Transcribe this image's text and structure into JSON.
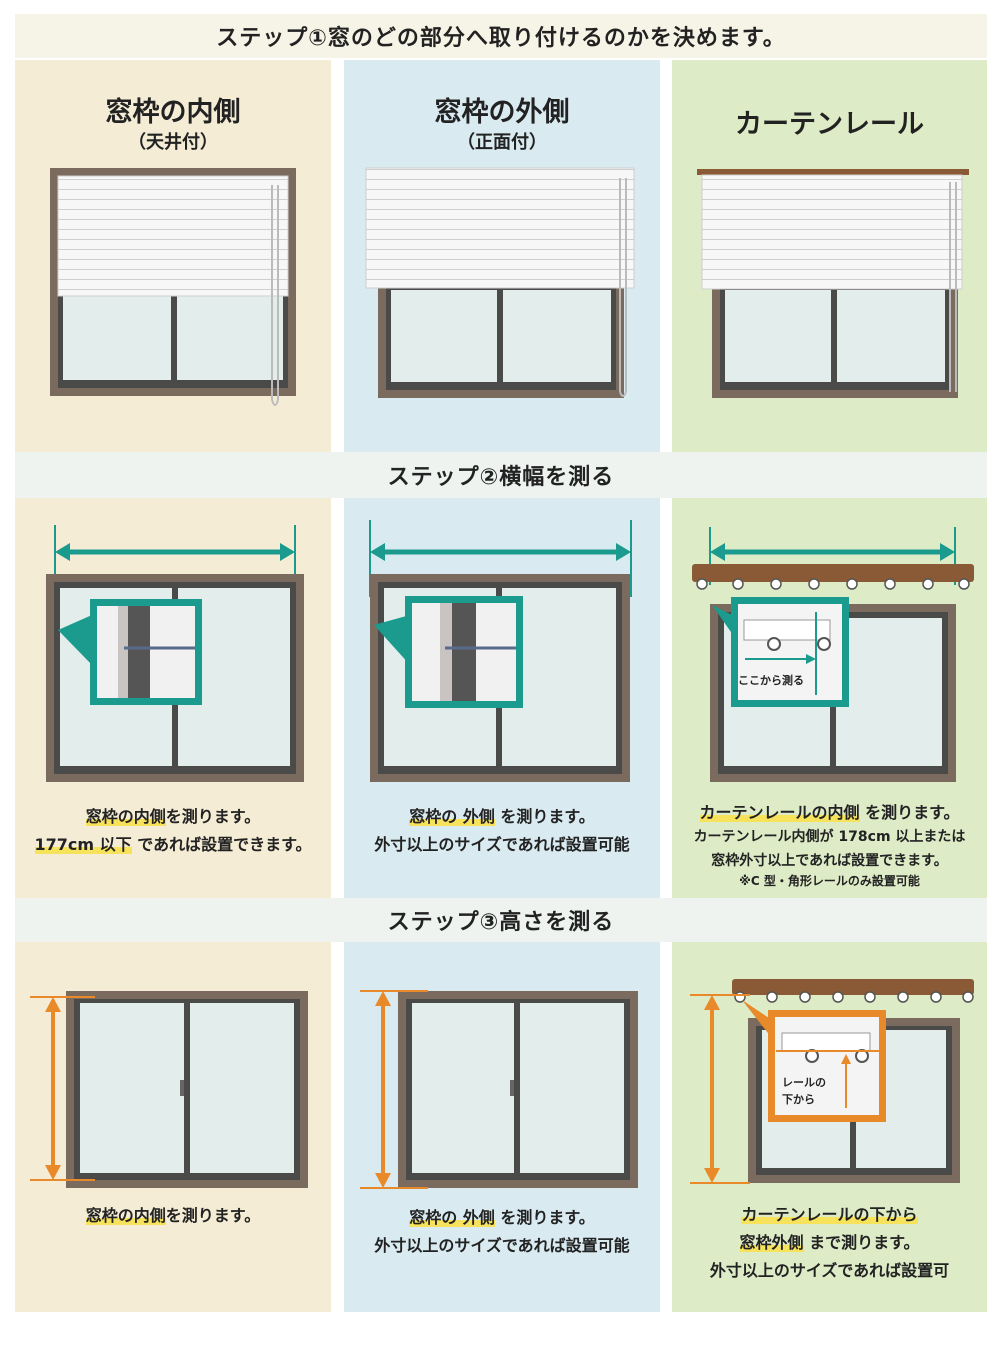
{
  "colors": {
    "beige": "#f4ecd4",
    "blue": "#d9eaf1",
    "green": "#ddebc6",
    "frame": "#7a6b5e",
    "teal": "#1a9b8e",
    "orange": "#e8892a",
    "rail": "#8a5a36",
    "highlight": "#f7e25b"
  },
  "step1": {
    "title": "ステップ①窓のどの部分へ取り付けるのかを決めます。",
    "inside": {
      "title": "窓枠の内側",
      "sub": "（天井付）"
    },
    "outside": {
      "title": "窓枠の外側",
      "sub": "（正面付）"
    },
    "rail": {
      "title": "カーテンレール"
    }
  },
  "step2": {
    "title": "ステップ②横幅を測る",
    "inside": {
      "l1a": "窓枠の内側",
      "l1b": "を測ります。",
      "l2a": "177cm 以下",
      "l2b": "であれば設置できます。"
    },
    "outside": {
      "l1a": "窓枠の 外側",
      "l1b": "を測ります。",
      "l2": "外寸以上のサイズであれば設置可能"
    },
    "rail": {
      "label": "ここから測る",
      "l1a": "カーテンレールの内側",
      "l1b": "を測ります。",
      "l2": "カーテンレール内側が 178cm 以上または",
      "l3": "窓枠外寸以上であれば設置できます。",
      "l4": "※C 型・角形レールのみ設置可能"
    }
  },
  "step3": {
    "title": "ステップ③高さを測る",
    "inside": {
      "l1a": "窓枠の内側",
      "l1b": "を測ります。"
    },
    "outside": {
      "l1a": "窓枠の 外側",
      "l1b": "を測ります。",
      "l2": "外寸以上のサイズであれば設置可能"
    },
    "rail": {
      "label1": "レールの",
      "label2": "下から",
      "l1": "カーテンレールの下から",
      "l2a": "窓枠外側",
      "l2b": "まで測ります。",
      "l3": "外寸以上のサイズであれば設置可"
    }
  }
}
